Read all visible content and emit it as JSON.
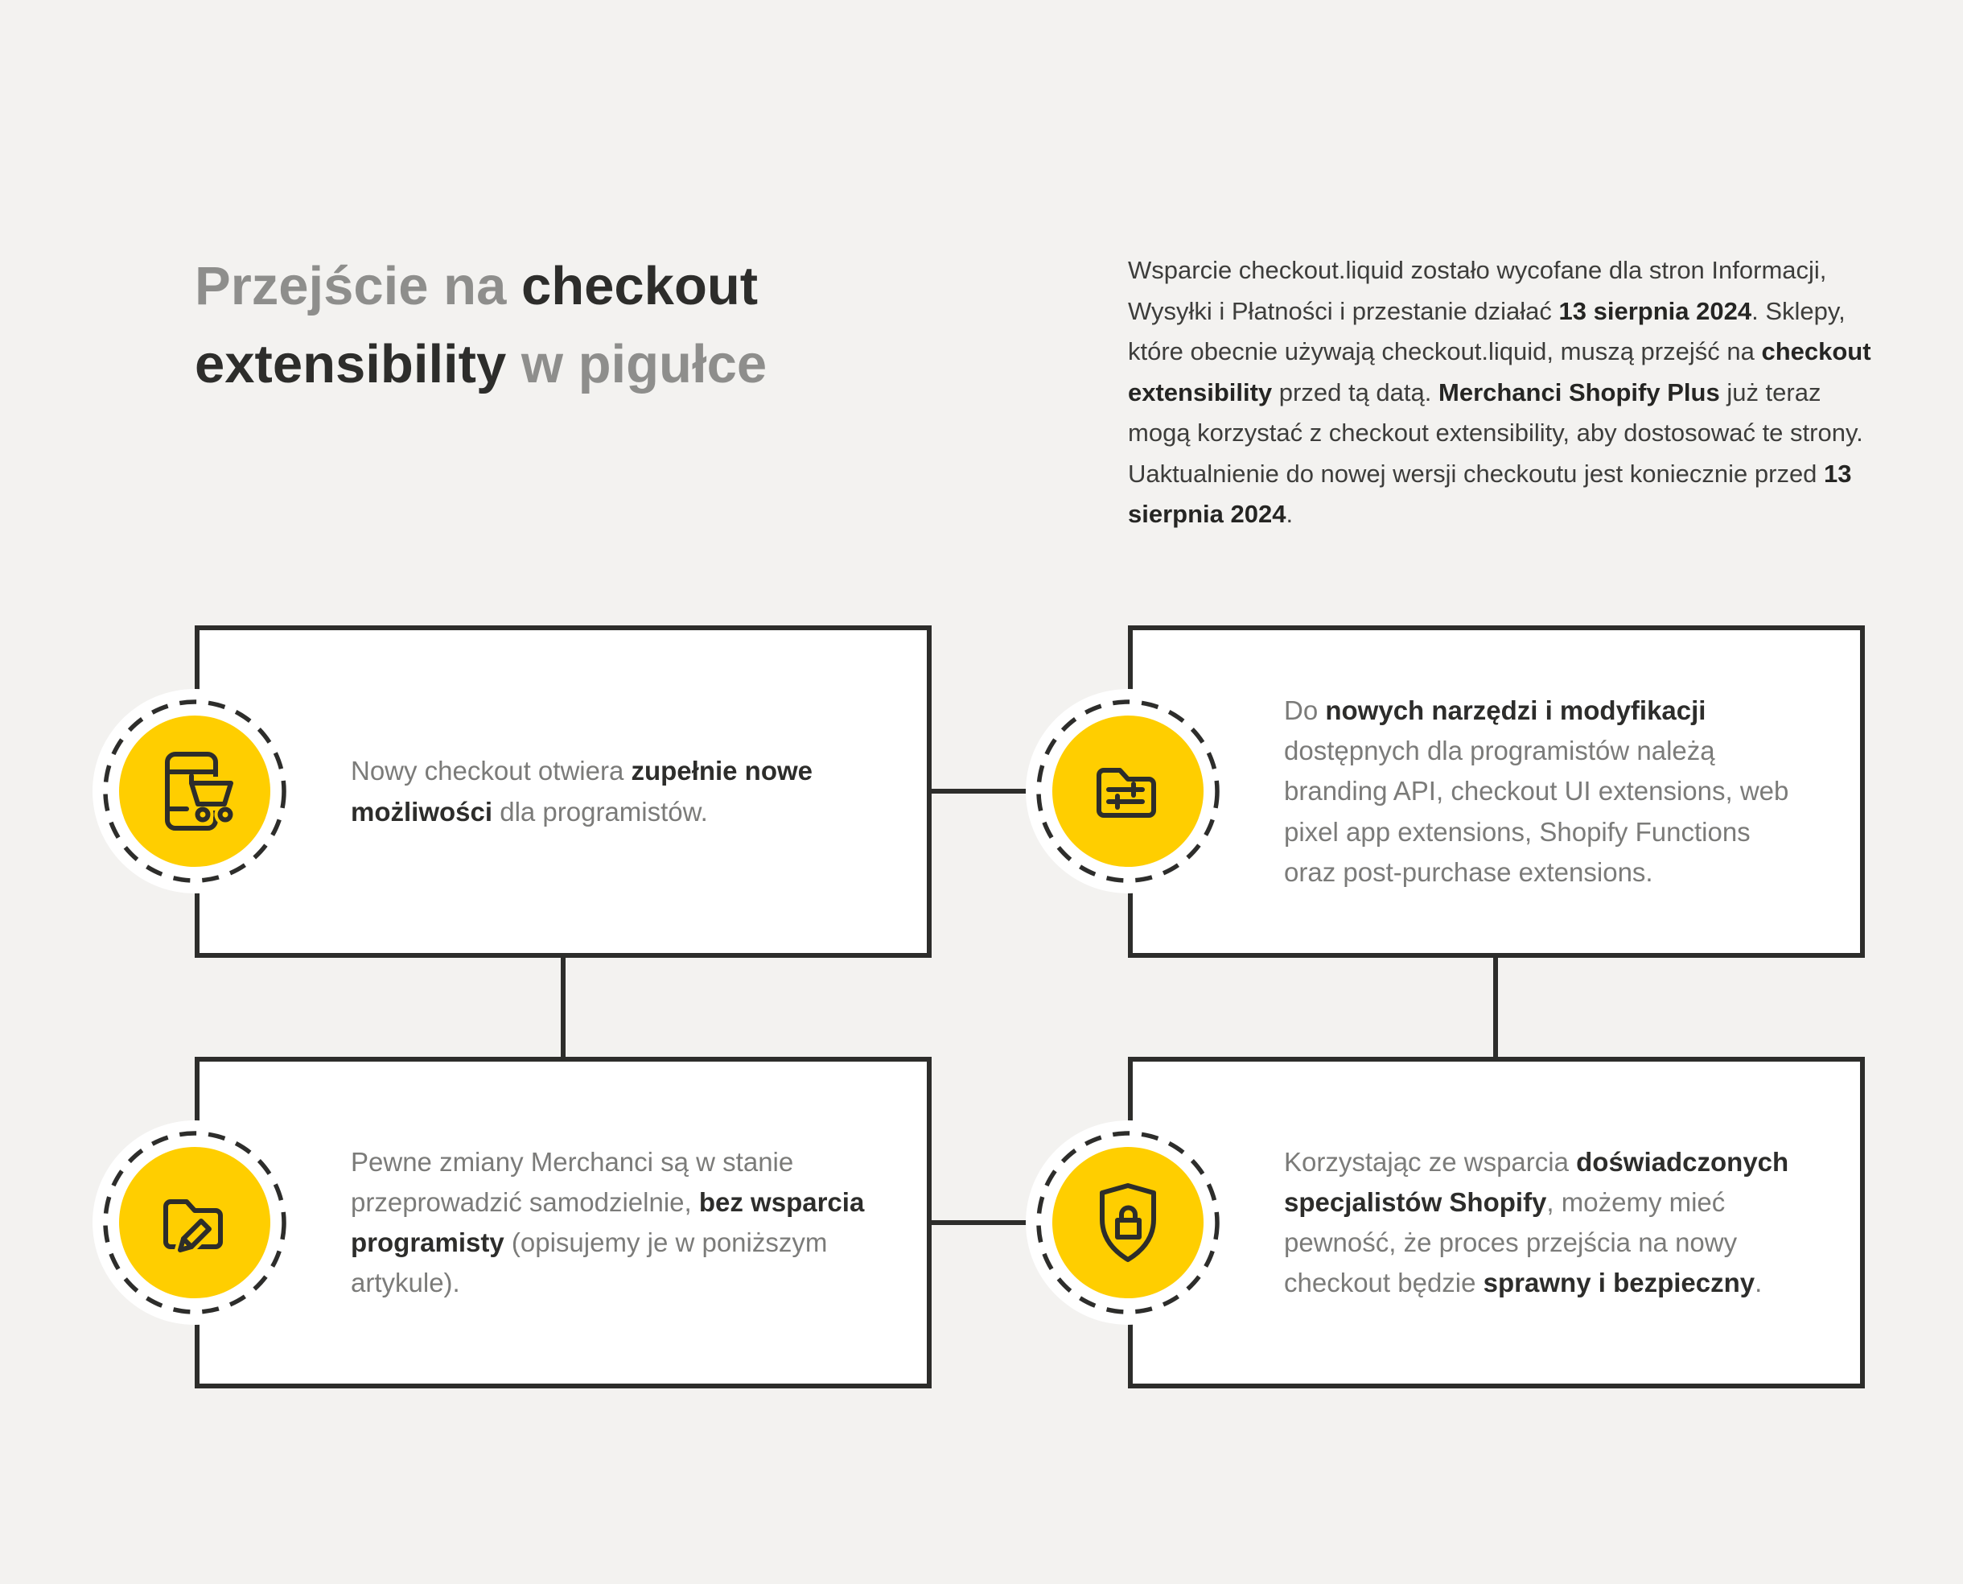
{
  "meta": {
    "language": "pl",
    "accent_color": "#ffce00",
    "ink_color": "#2d2d2b",
    "background_color": "#f3f2f0",
    "box_background": "#ffffff"
  },
  "title": {
    "segments": [
      {
        "t": "Przejście na ",
        "b": false
      },
      {
        "t": "checkout extensibility",
        "b": true
      },
      {
        "t": " w pigułce",
        "b": false
      }
    ]
  },
  "intro": {
    "segments": [
      {
        "t": "Wsparcie checkout.liquid zostało wycofane dla stron Informacji, Wysyłki i Płatności i przestanie działać ",
        "b": false
      },
      {
        "t": "13 sierpnia 2024",
        "b": true
      },
      {
        "t": ". Sklepy, które obecnie używają checkout.liquid, muszą przejść na ",
        "b": false
      },
      {
        "t": "checkout extensibility",
        "b": true
      },
      {
        "t": " przed tą datą. ",
        "b": false
      },
      {
        "t": "Merchanci Shopify Plus",
        "b": true
      },
      {
        "t": " już teraz mogą korzystać z checkout extensibility, aby dostosować te strony. Uaktualnienie do nowej wersji checkoutu jest koniecznie przed ",
        "b": false
      },
      {
        "t": "13 sierpnia 2024",
        "b": true
      },
      {
        "t": ".",
        "b": false
      }
    ]
  },
  "boxes": [
    {
      "icon": "mobile-cart-icon",
      "segments": [
        {
          "t": "Nowy checkout otwiera ",
          "b": false
        },
        {
          "t": "zupełnie nowe możliwości",
          "b": true
        },
        {
          "t": " dla programistów.",
          "b": false
        }
      ]
    },
    {
      "icon": "folder-settings-icon",
      "segments": [
        {
          "t": "Do ",
          "b": false
        },
        {
          "t": "nowych narzędzi i modyfikacji",
          "b": true
        },
        {
          "t": " dostępnych dla programistów należą branding API, checkout UI extensions, web pixel app extensions, Shopify Functions oraz post-purchase extensions.",
          "b": false
        }
      ]
    },
    {
      "icon": "folder-edit-icon",
      "segments": [
        {
          "t": "Pewne zmiany Merchanci są w stanie przeprowadzić samodzielnie, ",
          "b": false
        },
        {
          "t": "bez wsparcia programisty",
          "b": true
        },
        {
          "t": " (opisujemy je w poniższym artykule).",
          "b": false
        }
      ]
    },
    {
      "icon": "shield-lock-icon",
      "segments": [
        {
          "t": "Korzystając ze wsparcia ",
          "b": false
        },
        {
          "t": "doświadczonych specjalistów Shopify",
          "b": true
        },
        {
          "t": ", możemy mieć pewność, że proces przejścia na nowy checkout będzie ",
          "b": false
        },
        {
          "t": "sprawny i bezpieczny",
          "b": true
        },
        {
          "t": ".",
          "b": false
        }
      ]
    }
  ]
}
